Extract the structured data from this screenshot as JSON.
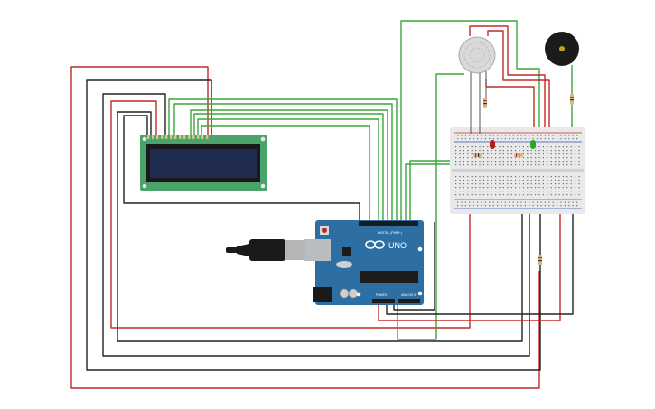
{
  "arduino": {
    "model_label": "UNO",
    "digital_header_label": "DIGITAL (PWM~)",
    "power_header_label": "POWER",
    "analog_header_label": "ANALOG IN",
    "board_color": "#2d6fa3",
    "usb_color": "#b9bcc0"
  },
  "lcd": {
    "pcb_color": "#4aa36b",
    "screen_color": "#1f2b4f"
  },
  "breadboard": {
    "color": "#e9e9e9"
  },
  "leds": [
    {
      "name": "red-led",
      "color": "#b01c1c"
    },
    {
      "name": "green-led",
      "color": "#2aa52a"
    }
  ],
  "wire_colors": {
    "red": "#c62828",
    "black": "#222222",
    "green": "#3aa53a"
  },
  "components": {
    "gas_sensor_color": "#d9d9d9",
    "buzzer_color": "#1b1b1b",
    "buzzer_center_color": "#c8a020"
  }
}
